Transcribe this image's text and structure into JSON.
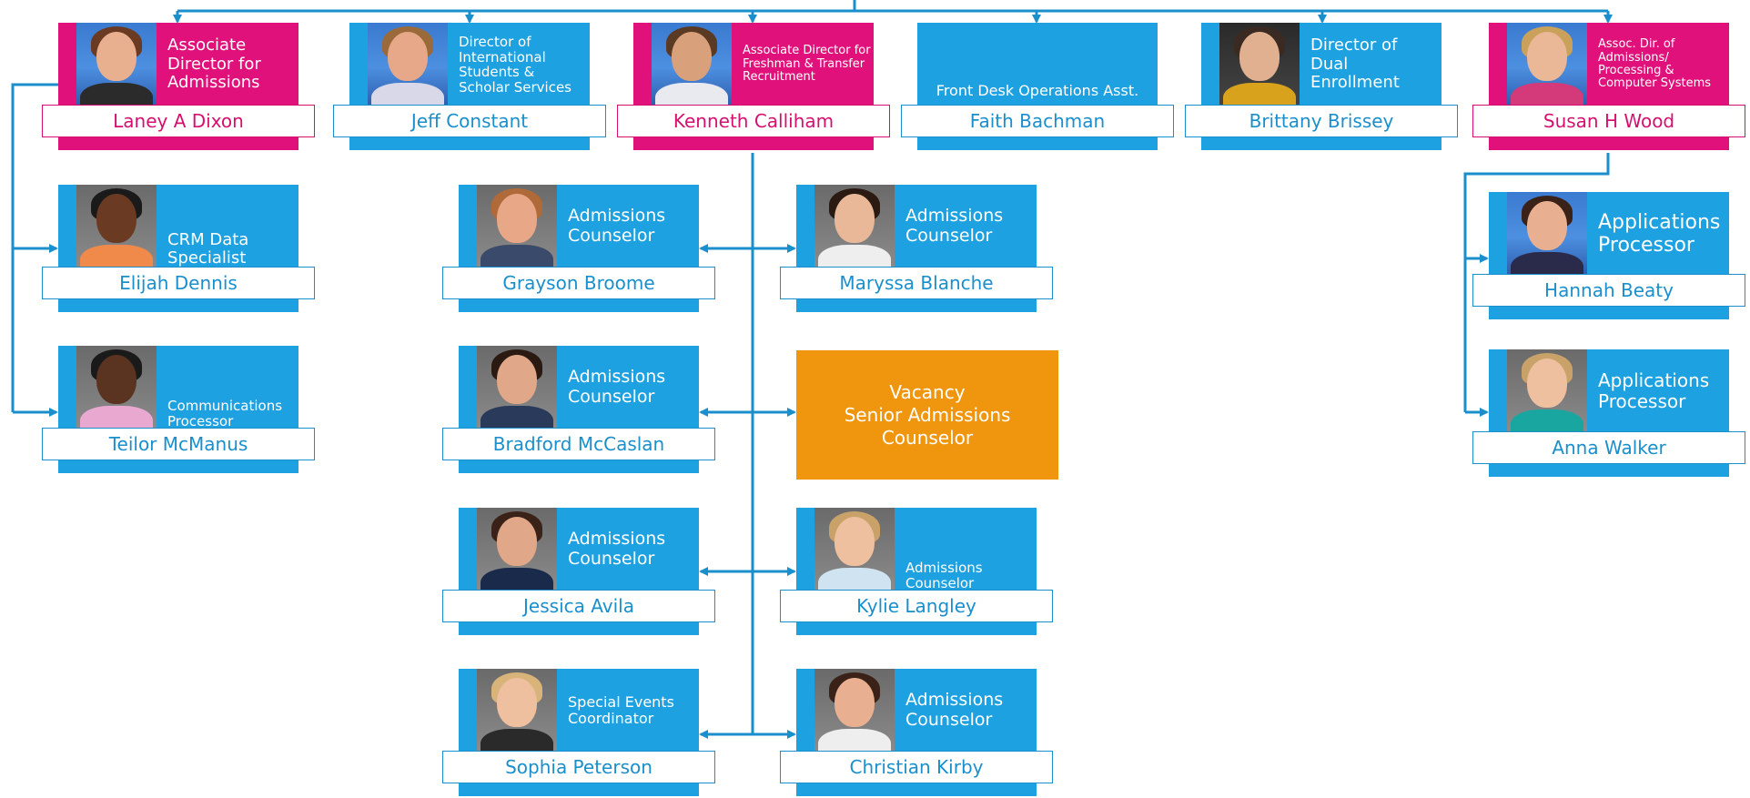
{
  "colors": {
    "blue": "#1ea1e0",
    "pink": "#e0117a",
    "orange": "#f0950e",
    "line": "#1a8fcc"
  },
  "staff": [
    {
      "id": "laney",
      "name": "Laney A Dixon",
      "title": "Associate Director for Admissions",
      "color": "pink",
      "photo": true
    },
    {
      "id": "jeff",
      "name": "Jeff Constant",
      "title": "Director of International Students & Scholar Services",
      "color": "blue",
      "photo": true
    },
    {
      "id": "kenneth",
      "name": "Kenneth Calliham",
      "title": "Associate Director for Freshman & Transfer Recruitment",
      "color": "pink",
      "photo": true
    },
    {
      "id": "faith",
      "name": "Faith Bachman",
      "title": "Front Desk Operations Asst.",
      "color": "blue",
      "photo": false
    },
    {
      "id": "brittany",
      "name": "Brittany Brissey",
      "title": "Director of Dual Enrollment",
      "color": "blue",
      "photo": true
    },
    {
      "id": "susan",
      "name": "Susan H Wood",
      "title": "Assoc. Dir. of Admissions/ Processing & Computer Systems",
      "color": "pink",
      "photo": true
    },
    {
      "id": "elijah",
      "name": "Elijah Dennis",
      "title": "CRM Data Specialist",
      "color": "blue",
      "photo": true
    },
    {
      "id": "teilor",
      "name": "Teilor McManus",
      "title": "Communications Processor",
      "color": "blue",
      "photo": true
    },
    {
      "id": "grayson",
      "name": "Grayson Broome",
      "title": "Admissions Counselor",
      "color": "blue",
      "photo": true
    },
    {
      "id": "maryssa",
      "name": "Maryssa Blanche",
      "title": "Admissions Counselor",
      "color": "blue",
      "photo": true
    },
    {
      "id": "bradford",
      "name": "Bradford McCaslan",
      "title": "Admissions Counselor",
      "color": "blue",
      "photo": true
    },
    {
      "id": "jessica",
      "name": "Jessica Avila",
      "title": "Admissions Counselor",
      "color": "blue",
      "photo": true
    },
    {
      "id": "kylie",
      "name": "Kylie Langley",
      "title": "Admissions Counselor",
      "color": "blue",
      "photo": true
    },
    {
      "id": "sophia",
      "name": "Sophia Peterson",
      "title": "Special Events Coordinator",
      "color": "blue",
      "photo": true
    },
    {
      "id": "christian",
      "name": "Christian Kirby",
      "title": "Admissions Counselor",
      "color": "blue",
      "photo": true
    },
    {
      "id": "hannah",
      "name": "Hannah Beaty",
      "title": "Applications Processor",
      "color": "blue",
      "photo": true
    },
    {
      "id": "anna",
      "name": "Anna Walker",
      "title": "Applications Processor",
      "color": "blue",
      "photo": true
    }
  ],
  "vacancy": {
    "line1": "Vacancy",
    "line2": "Senior Admissions Counselor"
  },
  "reports_to": {
    "laney": [
      "elijah",
      "teilor"
    ],
    "kenneth": [
      "grayson",
      "maryssa",
      "bradford",
      "vacancy",
      "jessica",
      "kylie",
      "sophia",
      "christian"
    ],
    "susan": [
      "hannah",
      "anna"
    ]
  }
}
